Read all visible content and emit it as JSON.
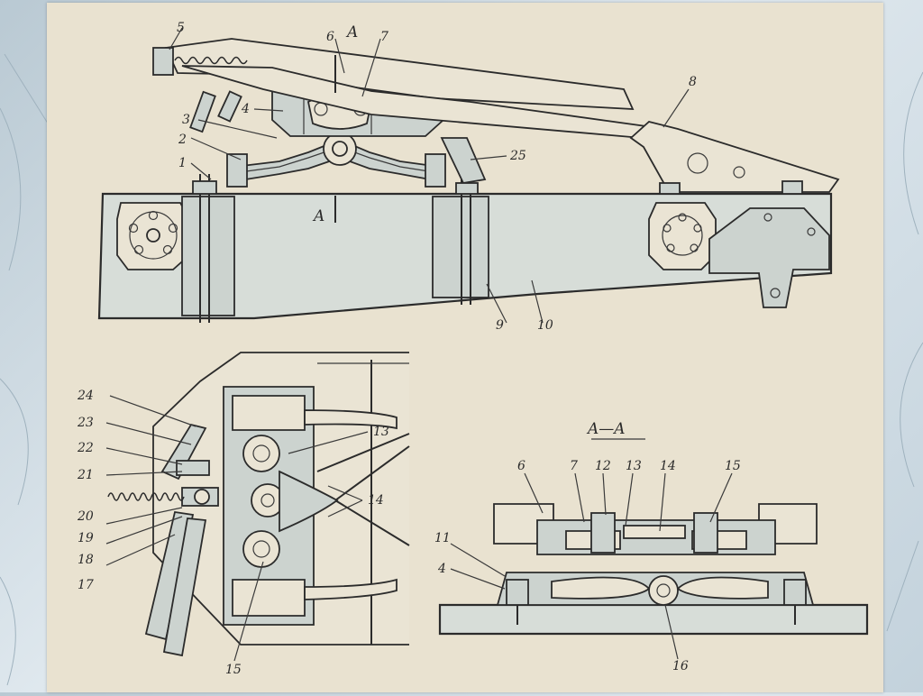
{
  "side_view": {
    "section_mark_top": "A",
    "section_mark_bottom": "A",
    "labels": [
      "5",
      "6",
      "7",
      "3",
      "4",
      "2",
      "1",
      "25",
      "8",
      "9",
      "10"
    ]
  },
  "plan_view": {
    "labels": [
      "24",
      "23",
      "22",
      "21",
      "20",
      "19",
      "18",
      "17",
      "13",
      "14",
      "15"
    ]
  },
  "section_view": {
    "title": "A—A",
    "labels": [
      "6",
      "7",
      "12",
      "13",
      "14",
      "15",
      "11",
      "4",
      "16"
    ]
  }
}
